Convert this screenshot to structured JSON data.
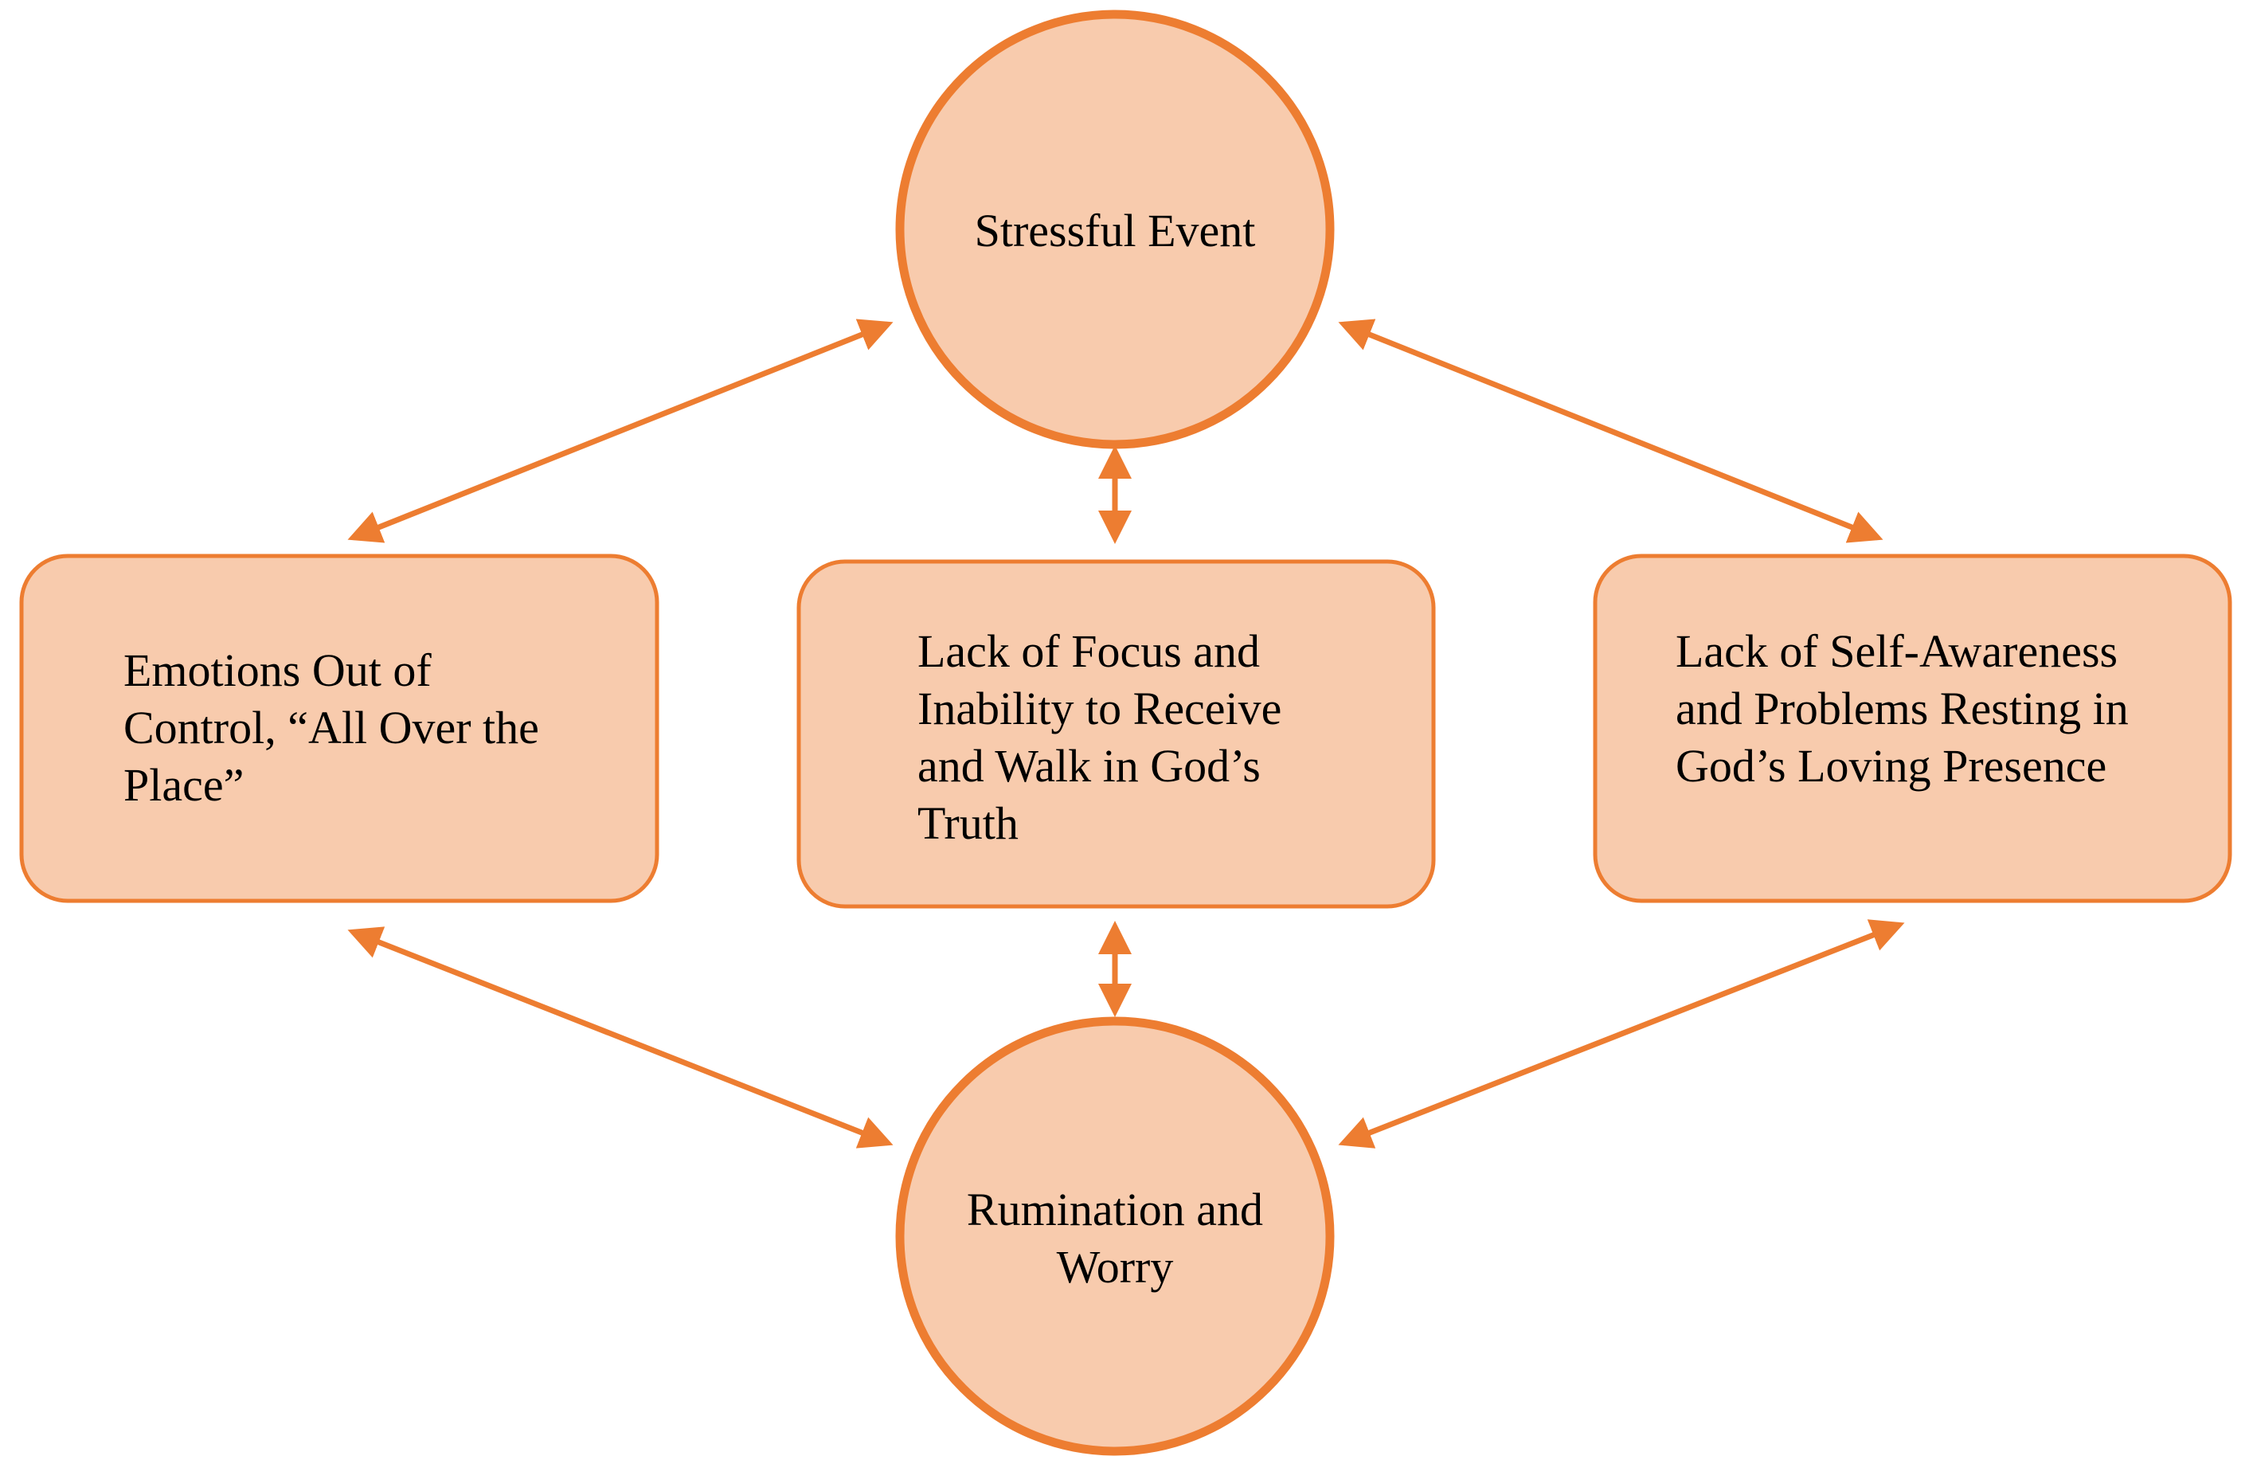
{
  "colors": {
    "fill": "#f8cbad",
    "stroke": "#ed7d31",
    "background": "#ffffff",
    "text": "#000000"
  },
  "nodes": {
    "stressful_event": "Stressful Event",
    "emotions": "Emotions Out of Control, “All Over the Place”",
    "lack_of_focus": "Lack of Focus and Inability to Receive and Walk in God’s Truth",
    "self_awareness": "Lack of Self-Awareness and Problems Resting in God’s Loving Presence",
    "rumination": "Rumination and Worry"
  }
}
